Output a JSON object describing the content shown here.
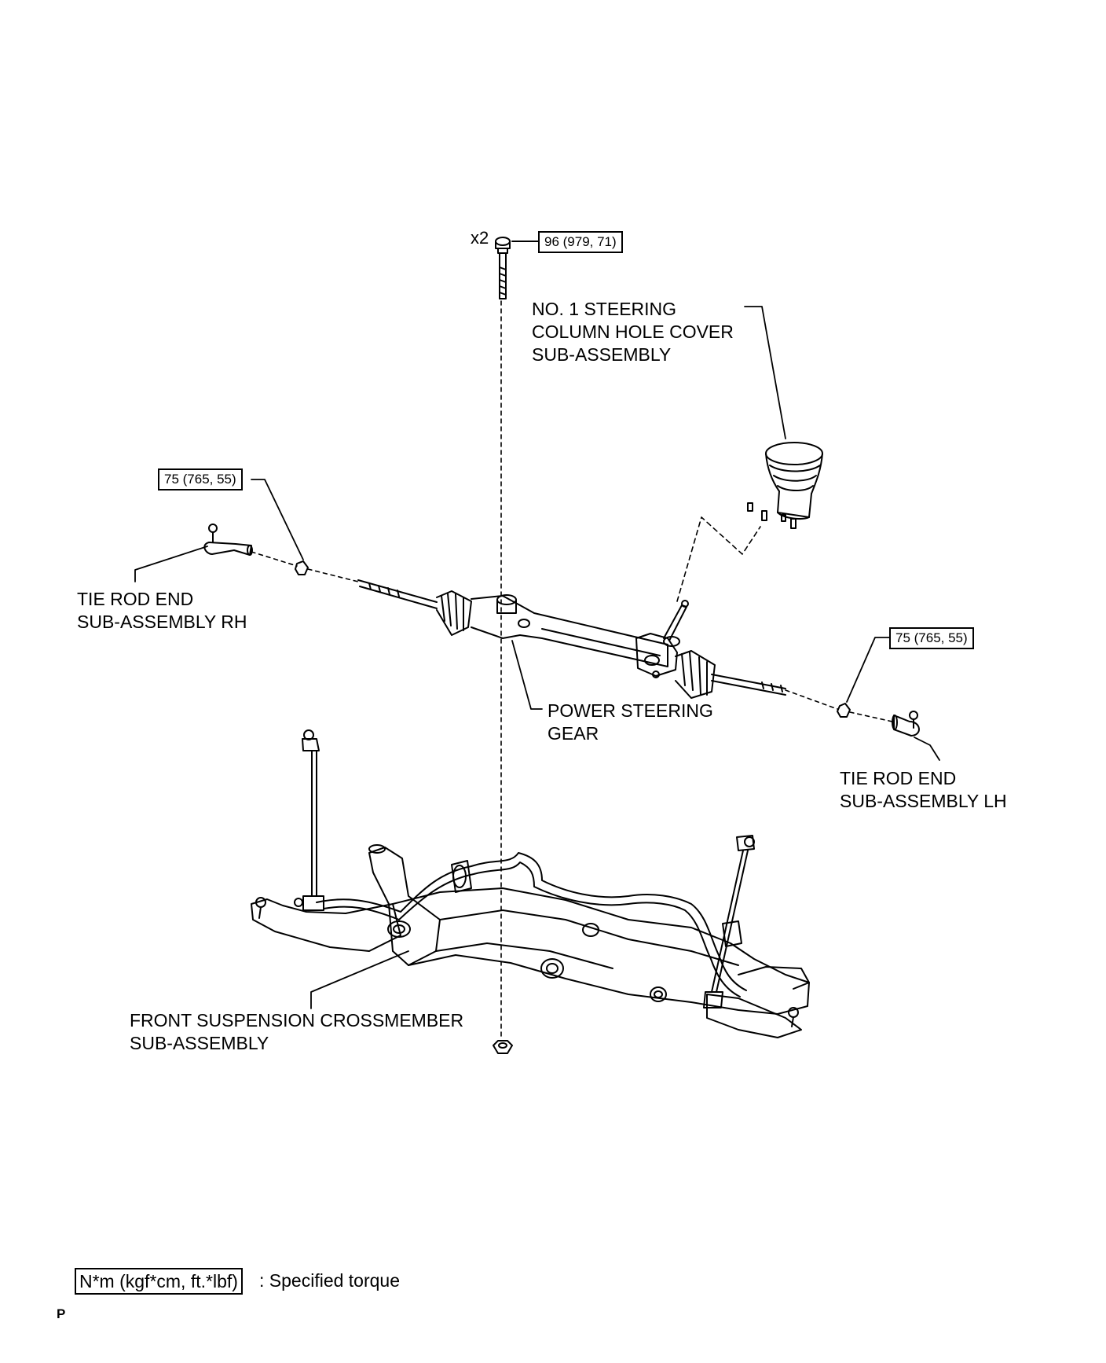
{
  "labels": {
    "hole_cover": "NO. 1 STEERING\nCOLUMN HOLE COVER\nSUB-ASSEMBLY",
    "tie_rod_rh": "TIE ROD END\nSUB-ASSEMBLY RH",
    "tie_rod_lh": "TIE ROD END\nSUB-ASSEMBLY LH",
    "steering_gear": "POWER STEERING\nGEAR",
    "crossmember": "FRONT SUSPENSION CROSSMEMBER\nSUB-ASSEMBLY"
  },
  "torques": {
    "bolt": "96 (979, 71)",
    "tie_rod_rh": "75 (765, 55)",
    "tie_rod_lh": "75 (765, 55)"
  },
  "bolt_quantity": "x2",
  "legend": {
    "unit": "N*m (kgf*cm, ft.*lbf)",
    "text": ": Specified torque"
  },
  "page_marker": "P"
}
